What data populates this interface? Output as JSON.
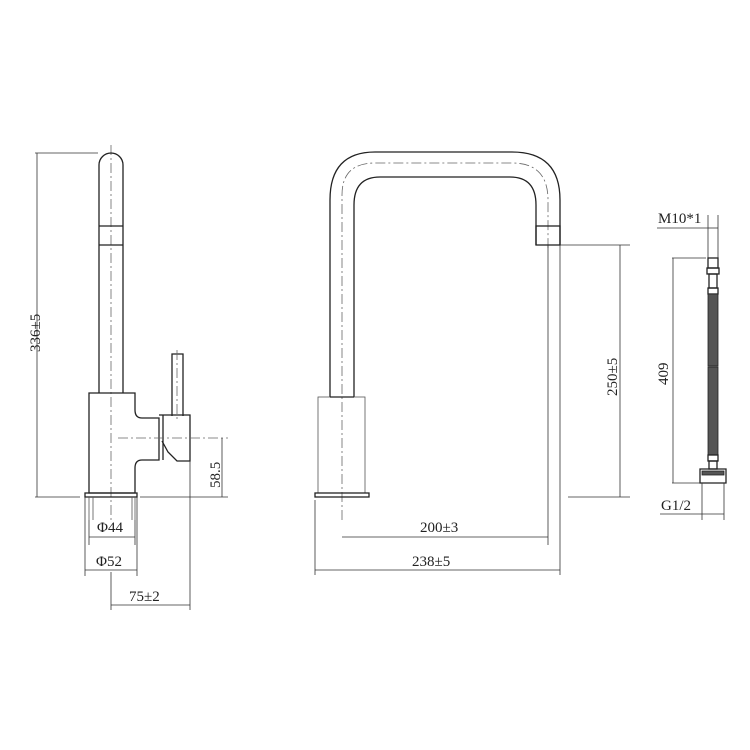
{
  "drawing": {
    "type": "technical-drawing",
    "subject": "kitchen mixer tap dimension drawing",
    "views": {
      "side_view": {
        "dimensions": {
          "total_height": "336±5",
          "handle_axis_height": "58.5",
          "inner_base_diameter": "Φ44",
          "outer_base_diameter": "Φ52",
          "handle_offset": "75±2"
        }
      },
      "front_view": {
        "dimensions": {
          "spout_height": "250±5",
          "spout_reach": "200±3",
          "total_width": "238±5"
        }
      },
      "hose_view": {
        "dimensions": {
          "top_thread": "M10*1",
          "hose_length": "409",
          "bottom_thread": "G1/2"
        }
      }
    },
    "colors": {
      "line": "#222222",
      "background": "#ffffff"
    }
  }
}
